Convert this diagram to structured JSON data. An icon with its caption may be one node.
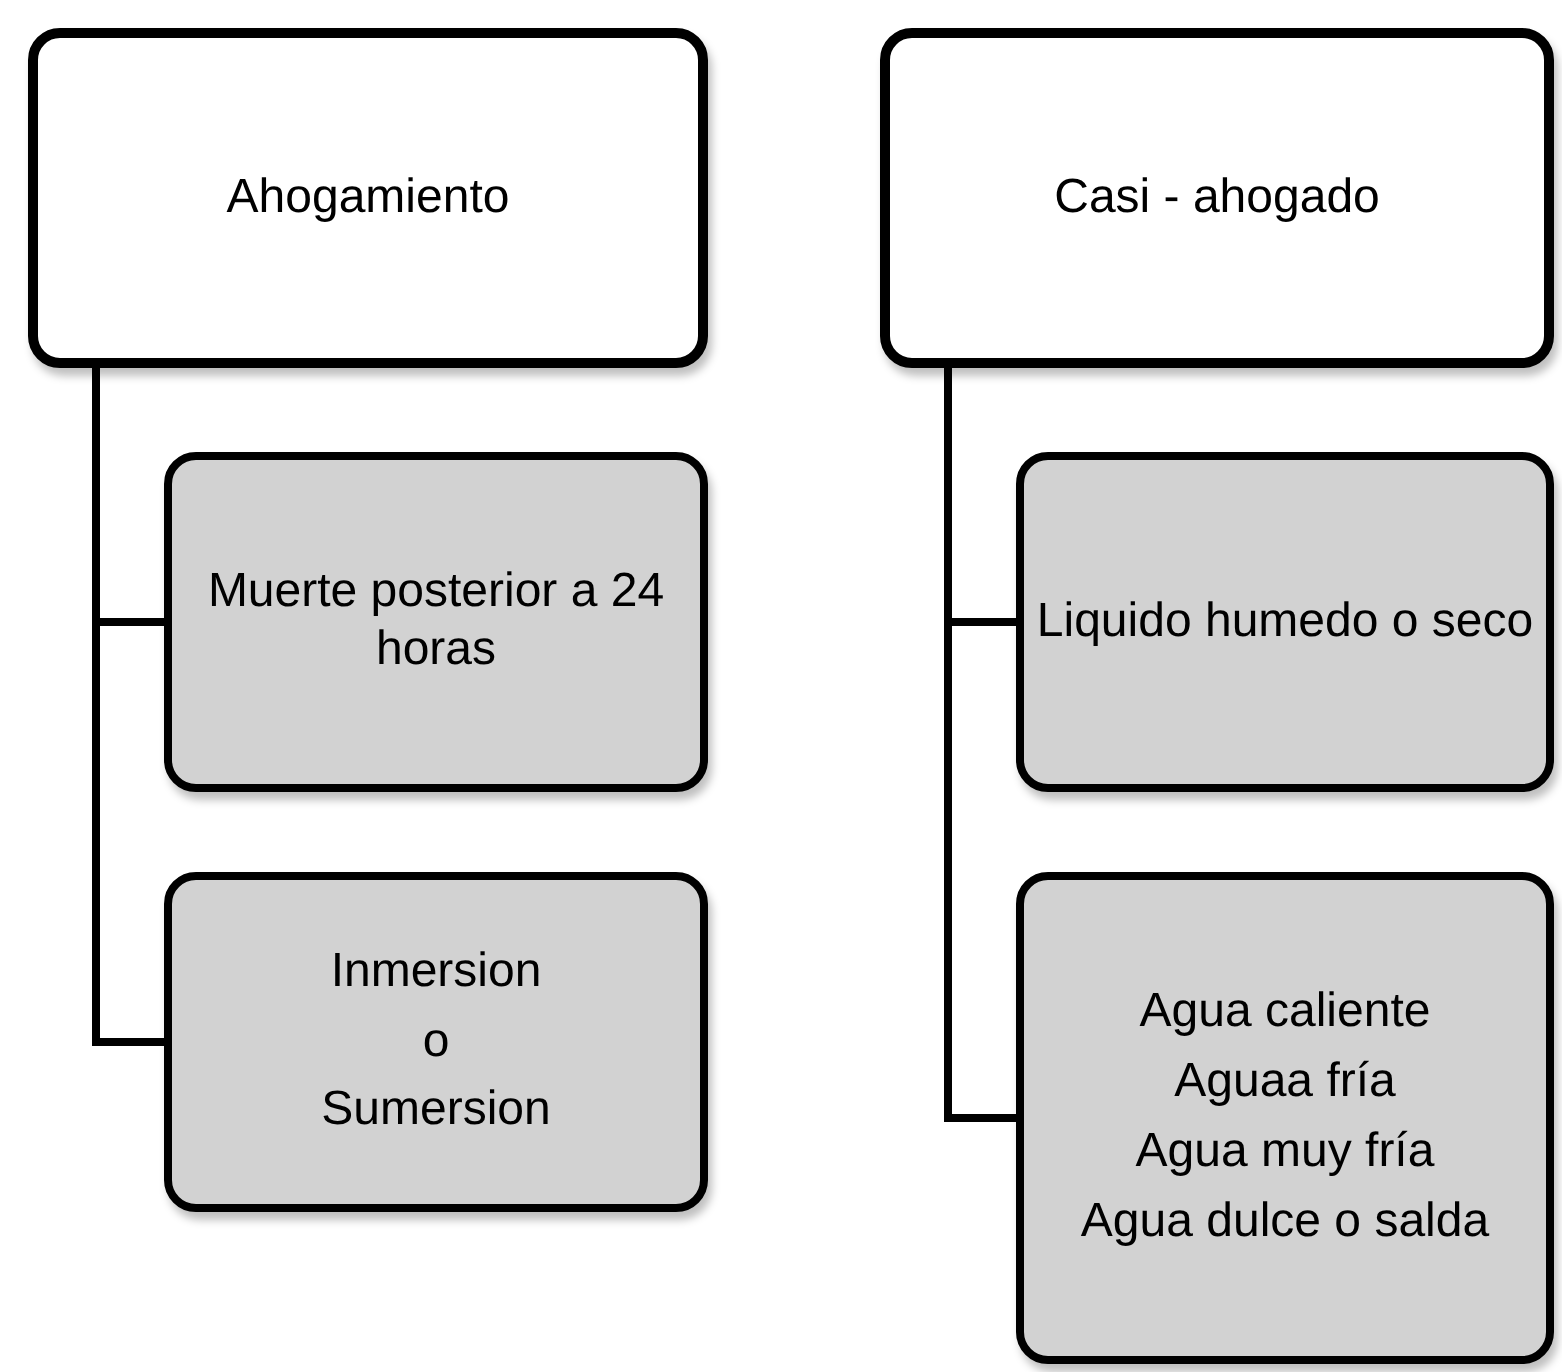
{
  "diagram": {
    "nodes": [
      {
        "text": [
          "Ahogamiento"
        ]
      },
      {
        "text": [
          "Muerte posterior a 24 horas"
        ]
      },
      {
        "text": [
          "Inmersion",
          "o",
          "Sumersion"
        ]
      },
      {
        "text": [
          "Casi - ahogado"
        ]
      },
      {
        "text": [
          "Liquido humedo o seco"
        ]
      },
      {
        "text": [
          "Agua caliente",
          "Aguaa fría",
          "Agua muy fría",
          "Agua dulce o salda"
        ]
      }
    ],
    "edges": [
      {
        "from": 0,
        "to": 1,
        "arrow": "none"
      },
      {
        "from": 0,
        "to": 2,
        "arrow": "none"
      },
      {
        "from": 3,
        "to": 4,
        "arrow": "none"
      },
      {
        "from": 3,
        "to": 5,
        "arrow": "none"
      }
    ]
  }
}
